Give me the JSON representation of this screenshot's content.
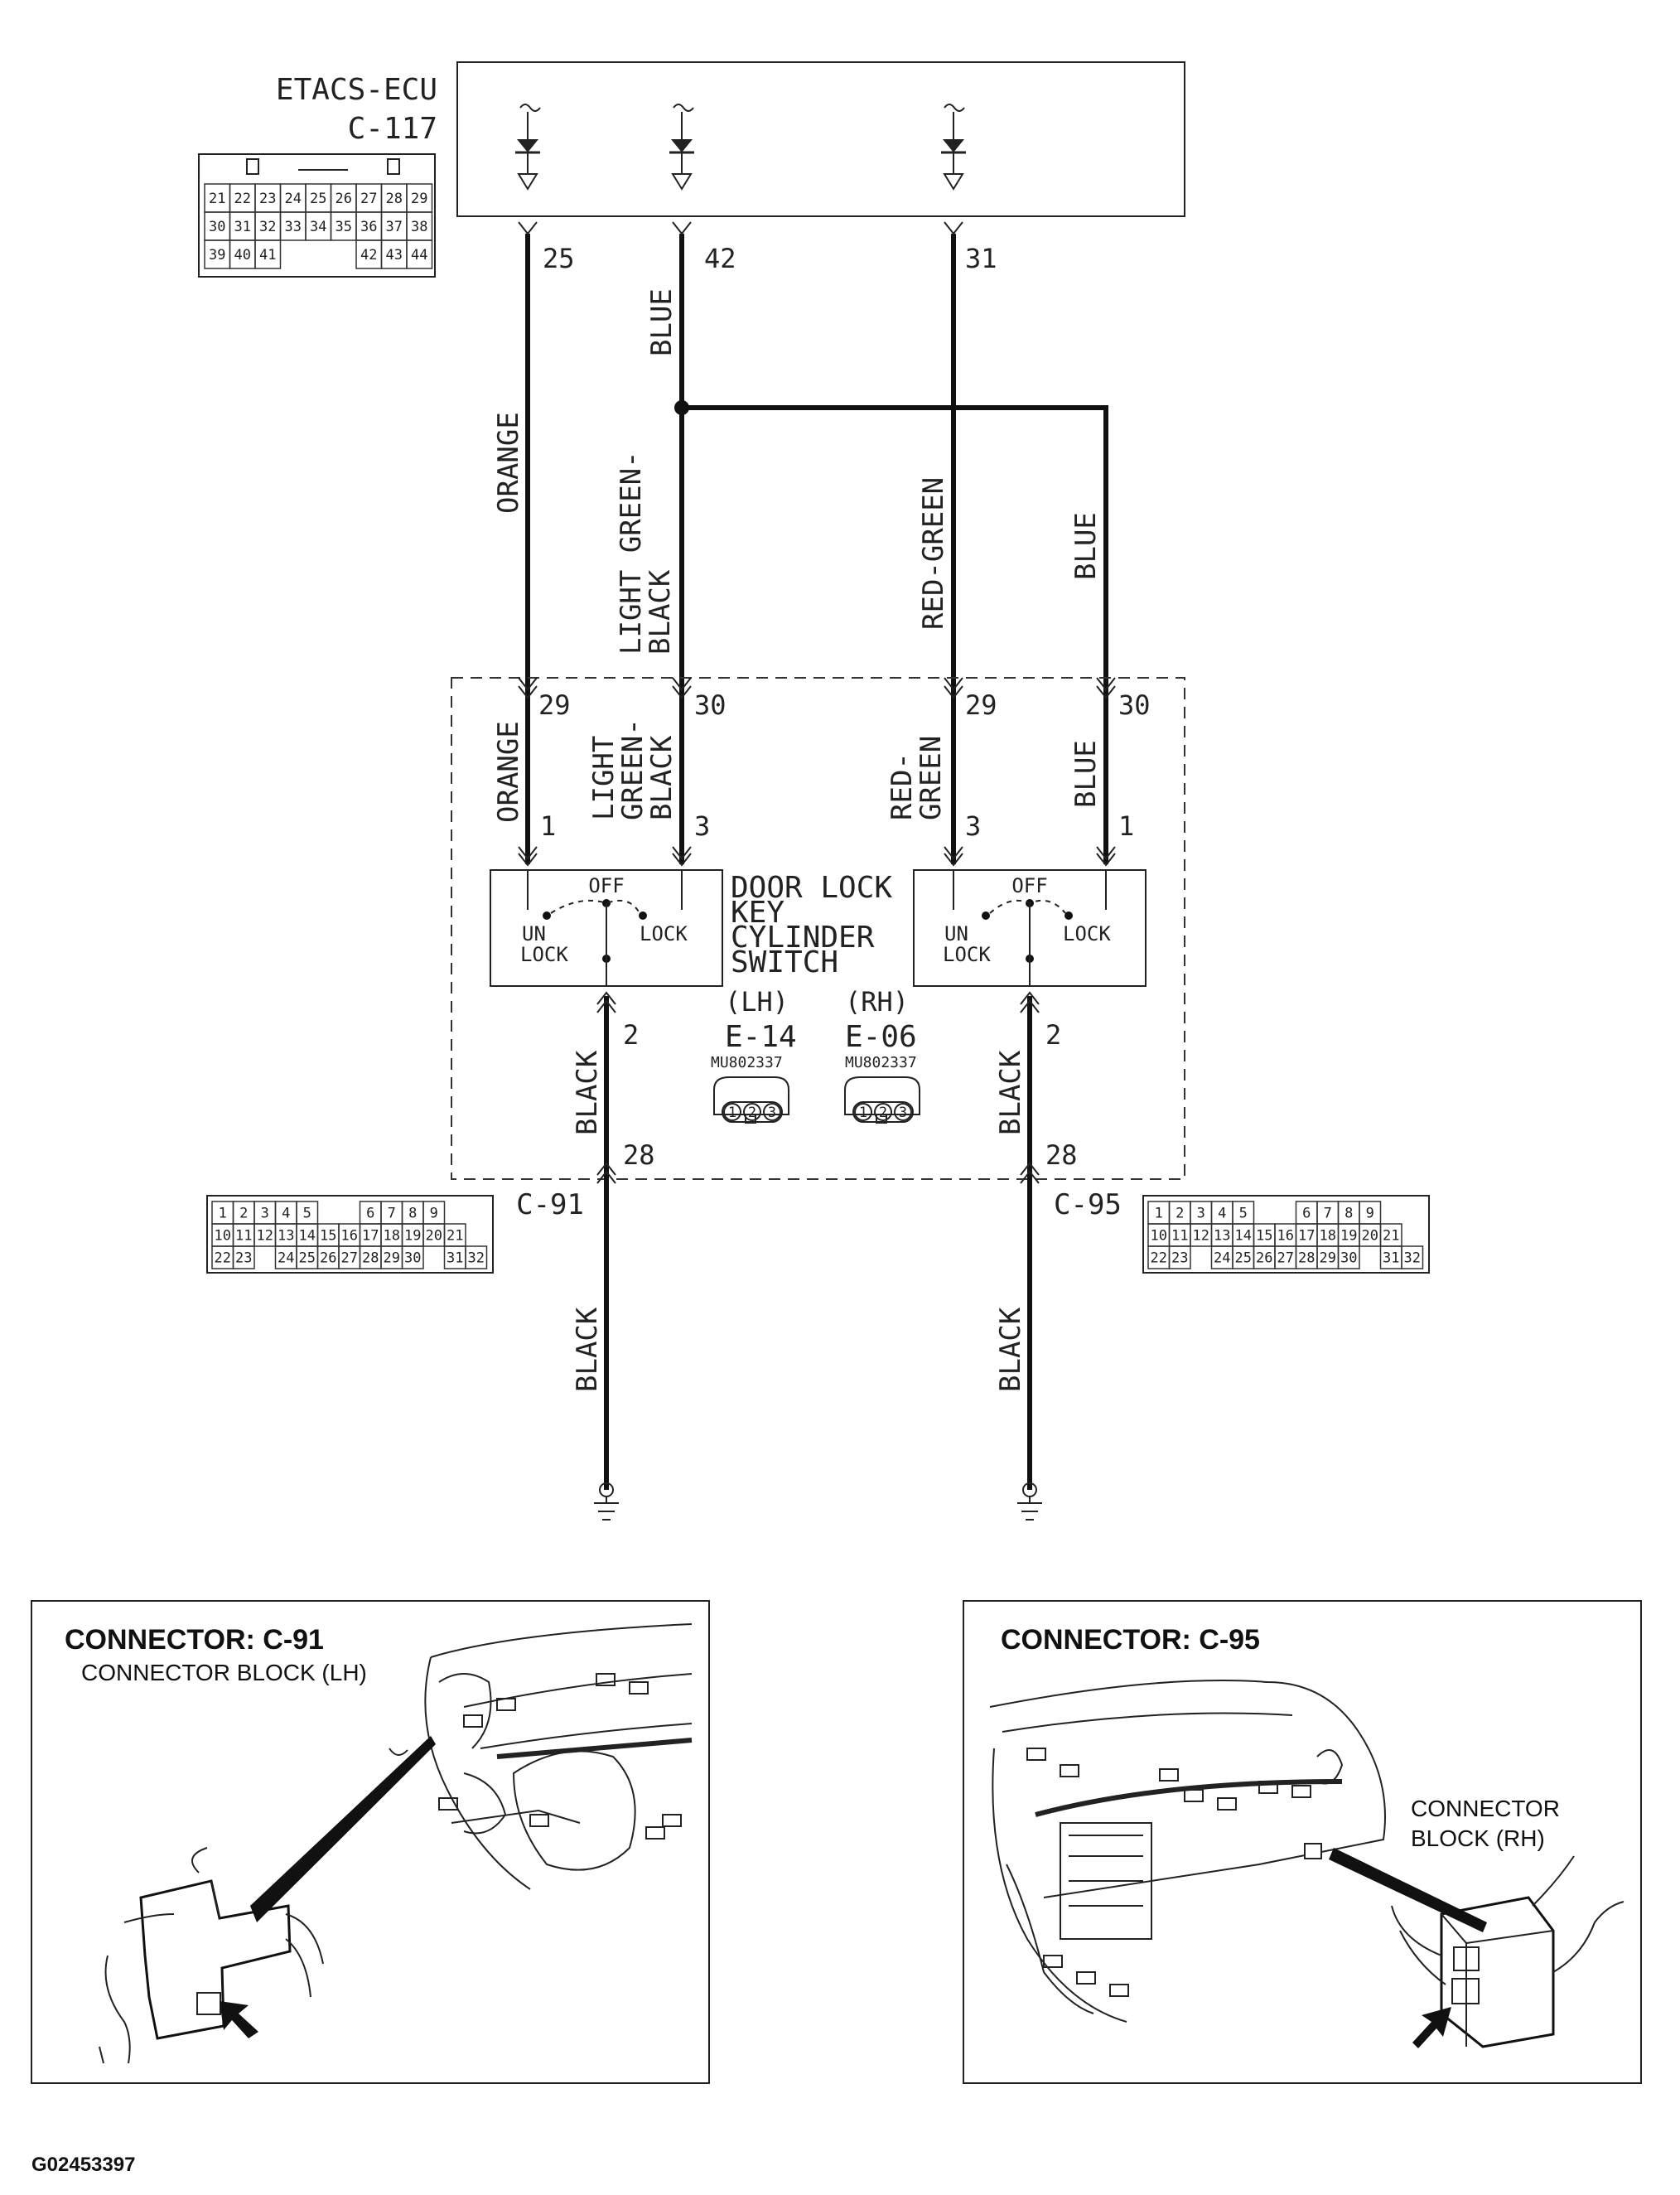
{
  "ecu": {
    "name": "ETACS-ECU",
    "connector": "C-117"
  },
  "c117_grid": [
    [
      "21",
      "22",
      "23",
      "24",
      "25",
      "26",
      "27",
      "28",
      "29"
    ],
    [
      "30",
      "31",
      "32",
      "33",
      "34",
      "35",
      "36",
      "37",
      "38"
    ],
    [
      "39",
      "40",
      "41",
      "",
      "",
      "",
      "42",
      "43",
      "44"
    ]
  ],
  "ecu_pins": {
    "p25": "25",
    "p42": "42",
    "p31": "31"
  },
  "wires": {
    "orange_top": "ORANGE",
    "blue_top": "BLUE",
    "lgb_top": "LIGHT GREEN-BLACK",
    "lgb_top_1": "LIGHT GREEN-",
    "lgb_top_2": "BLACK",
    "rg_top": "RED-GREEN",
    "blue_right": "BLUE",
    "orange_mid": "ORANGE",
    "lgb_mid_1": "LIGHT",
    "lgb_mid_2": "GREEN-",
    "lgb_mid_3": "BLACK",
    "rg_mid_1": "RED-",
    "rg_mid_2": "GREEN",
    "blue_mid": "BLUE",
    "black_l1": "BLACK",
    "black_l2": "BLACK",
    "black_r1": "BLACK",
    "black_r2": "BLACK"
  },
  "pins": {
    "l29": "29",
    "l30": "30",
    "r29": "29",
    "r30": "30",
    "l1": "1",
    "l3": "3",
    "r3": "3",
    "r1": "1",
    "l2": "2",
    "r2": "2",
    "l28": "28",
    "r28": "28"
  },
  "switch": {
    "off": "OFF",
    "un": "UN",
    "lock": "LOCK",
    "title_1": "DOOR LOCK",
    "title_2": "KEY",
    "title_3": "CYLINDER",
    "title_4": "SWITCH",
    "lh": "(LH)",
    "rh": "(RH)",
    "e14": "E-14",
    "e06": "E-06",
    "part_lh": "MU802337",
    "part_rh": "MU802337",
    "pin_labels": [
      "1",
      "2",
      "3"
    ]
  },
  "connectors": {
    "c91": "C-91",
    "c95": "C-95"
  },
  "c91_grid": [
    [
      "1",
      "2",
      "3",
      "4",
      "5",
      "",
      "",
      "6",
      "7",
      "8",
      "9"
    ],
    [
      "10",
      "11",
      "12",
      "13",
      "14",
      "15",
      "16",
      "17",
      "18",
      "19",
      "20",
      "21"
    ],
    [
      "22",
      "23",
      "",
      "24",
      "25",
      "26",
      "27",
      "28",
      "29",
      "30",
      "",
      "31",
      "32"
    ]
  ],
  "panels": {
    "lh_title": "CONNECTOR: C-91",
    "lh_subtitle": "CONNECTOR BLOCK (LH)",
    "rh_title": "CONNECTOR: C-95",
    "rh_label_1": "CONNECTOR",
    "rh_label_2": "BLOCK (RH)"
  },
  "figure_id": "G02453397"
}
